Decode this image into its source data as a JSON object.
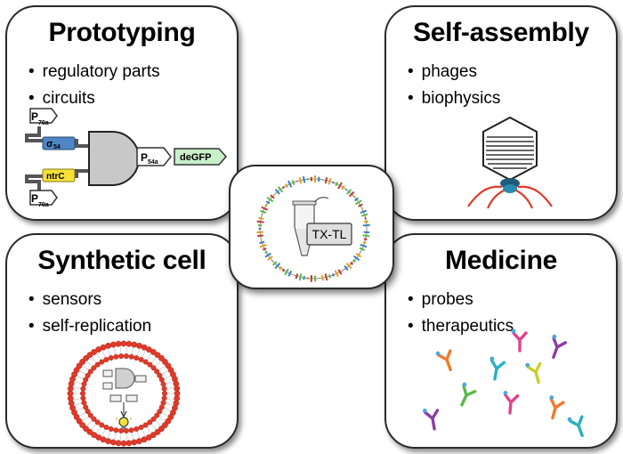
{
  "panels": {
    "prototyping": {
      "title": "Prototyping",
      "bullets": [
        "regulatory parts",
        "circuits"
      ],
      "circuit": {
        "promoter_a": "P",
        "promoter_a_sub": "70a",
        "promoter_b": "P",
        "promoter_b_sub": "70a",
        "sigma": "σ",
        "sigma_sub": "54",
        "ntrc": "ntrC",
        "promoter_out": "P",
        "promoter_out_sub": "54a",
        "reporter": "deGFP"
      }
    },
    "self_assembly": {
      "title": "Self-assembly",
      "bullets": [
        "phages",
        "biophysics"
      ]
    },
    "synthetic_cell": {
      "title": "Synthetic cell",
      "bullets": [
        "sensors",
        "self-replication"
      ]
    },
    "medicine": {
      "title": "Medicine",
      "bullets": [
        "probes",
        "therapeutics"
      ]
    },
    "center": {
      "label": "TX-TL"
    }
  },
  "colors": {
    "sigma_box": "#4f86c6",
    "ntrc_box": "#f5e13a",
    "gate": "#c8c8c8",
    "reporter_box": "#c9efc9",
    "phage_tail": "#e03a2a",
    "phage_core": "#1e5a7a",
    "membrane": "#e03a2a",
    "antibody_colors": [
      "#e0438a",
      "#8a3da8",
      "#f07a2a",
      "#2ab0c0",
      "#c8d02a",
      "#5ab84a"
    ]
  }
}
